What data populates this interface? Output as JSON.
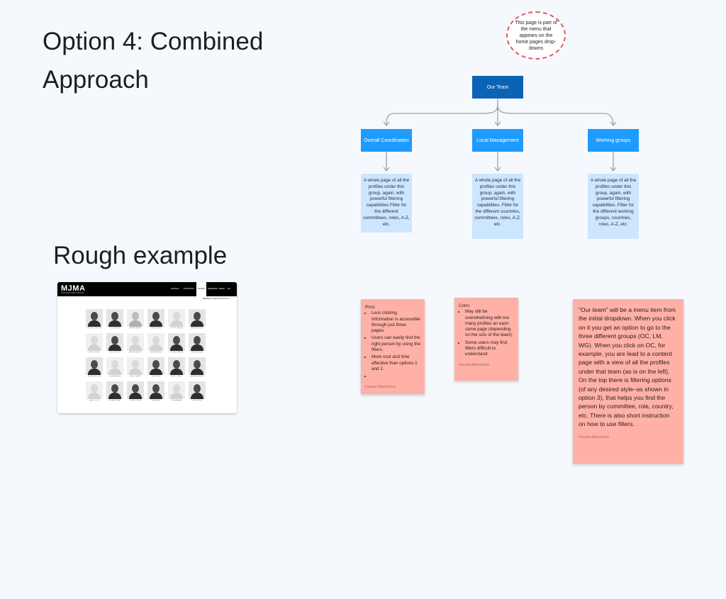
{
  "title": "Option 4: Combined Approach",
  "rough_example_label": "Rough example",
  "menu_note": "This page is part of the menu that appears on the home pages drop-downs",
  "flow": {
    "root": "Our Team",
    "children": [
      {
        "label": "Overall Coordination",
        "description": "A  whole page of all the profiles under this group, again, with powerful filtering capabilities Filter for the different committees, roles, A-Z, etc."
      },
      {
        "label": "Local Management",
        "description": "A  whole page of all the profiles under this group, again, with powerful filtering capabilities. Filter for the different countries, committees, roles, A-Z, etc."
      },
      {
        "label": "Working groups",
        "description": "A  whole page of all the profiles under this group, again, with powerful filtering capabilities. Filter for the different working groups, countries, roles, A-Z, etc."
      }
    ]
  },
  "pros": {
    "heading": "Pros:",
    "items": [
      "Less clicking. Information is accessible through just three pages.",
      "Users can easily find the right person by using the filters.",
      "More cost and time effective than options 1 and 2.",
      ""
    ],
    "author": "Farzaet Alamshova"
  },
  "cons": {
    "heading": "Cons:",
    "items": [
      "May still be overwhelming with too many profiles an each same page (depending on the size of the team).",
      "Some users may find filters difficult to understand."
    ],
    "author": "Farzaet Alamshova"
  },
  "summary_note": {
    "text": "“Our team” will be a menu item from the initial dropdown. When you click on it you get an option to go to the three different groups (OC, LM, WG). When you click on OC, for example, you are lead to a content page with a view of all the profiles under that team (as is on the left). On the top there is filtering options (of any desired style–as shown in option 3), that helps you find the person by committee, role, country, etc. There is also short instruction on how to use filters.",
    "author": "Farzaet Alamshova"
  },
  "screenshot": {
    "logo": "MJMA",
    "logo_sub": "ARCHITECTURE & DESIGN",
    "nav": [
      "PROFILE",
      "PORTFOLIO",
      "STUDIO",
      "RESEARCH",
      "NEWS",
      "EN"
    ],
    "subnav": [
      "PEOPLE",
      "LEADERSHIP",
      "CONTACT"
    ],
    "people": [
      {
        "name": "JOHN MCDONOUGH",
        "tone": "dark"
      },
      {
        "name": "TED WALKER",
        "tone": "dark"
      },
      {
        "name": "ROBERT ALLEN",
        "tone": "light"
      },
      {
        "name": "DAVID HUANG",
        "tone": "dark"
      },
      {
        "name": "NICOLE GIBSON",
        "tone": "blank"
      },
      {
        "name": "ANDREW SMITH",
        "tone": "dark"
      },
      {
        "name": "MIKE COLLINS",
        "tone": "blank"
      },
      {
        "name": "TIM JOHNSON",
        "tone": "dark"
      },
      {
        "name": "ANGELA BROWN",
        "tone": "blank"
      },
      {
        "name": "SANDRA LEWIS",
        "tone": "blank"
      },
      {
        "name": "GEORGE PARKER",
        "tone": "dark"
      },
      {
        "name": "KAREN MILLER",
        "tone": "dark"
      },
      {
        "name": "SEBASTIAN RYAN",
        "tone": "dark"
      },
      {
        "name": "FIONA HARRIS",
        "tone": "blank"
      },
      {
        "name": "MAY TURNER",
        "tone": "blank"
      },
      {
        "name": "GRACE KIM",
        "tone": "dark"
      },
      {
        "name": "EMILY CLARK",
        "tone": "dark"
      },
      {
        "name": "SAMANTHA WHITE",
        "tone": "dark"
      },
      {
        "name": "PAUL SCOTT",
        "tone": "blank"
      },
      {
        "name": "MICHAEL SHAW",
        "tone": "dark"
      },
      {
        "name": "LUCAS YOUNG",
        "tone": "dark"
      },
      {
        "name": "JAMES HALL",
        "tone": "dark"
      },
      {
        "name": "OLIVIA ADAMS",
        "tone": "blank"
      },
      {
        "name": "ERIC BAKER",
        "tone": "dark"
      }
    ]
  }
}
